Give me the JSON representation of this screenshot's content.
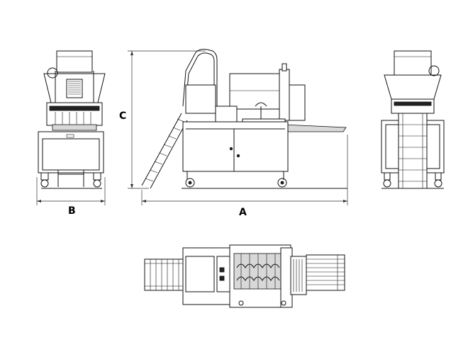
{
  "dimension_labels": {
    "length": "A",
    "width": "B",
    "height": "C"
  },
  "views": [
    "front-view",
    "side-view",
    "rear-view",
    "top-view"
  ]
}
